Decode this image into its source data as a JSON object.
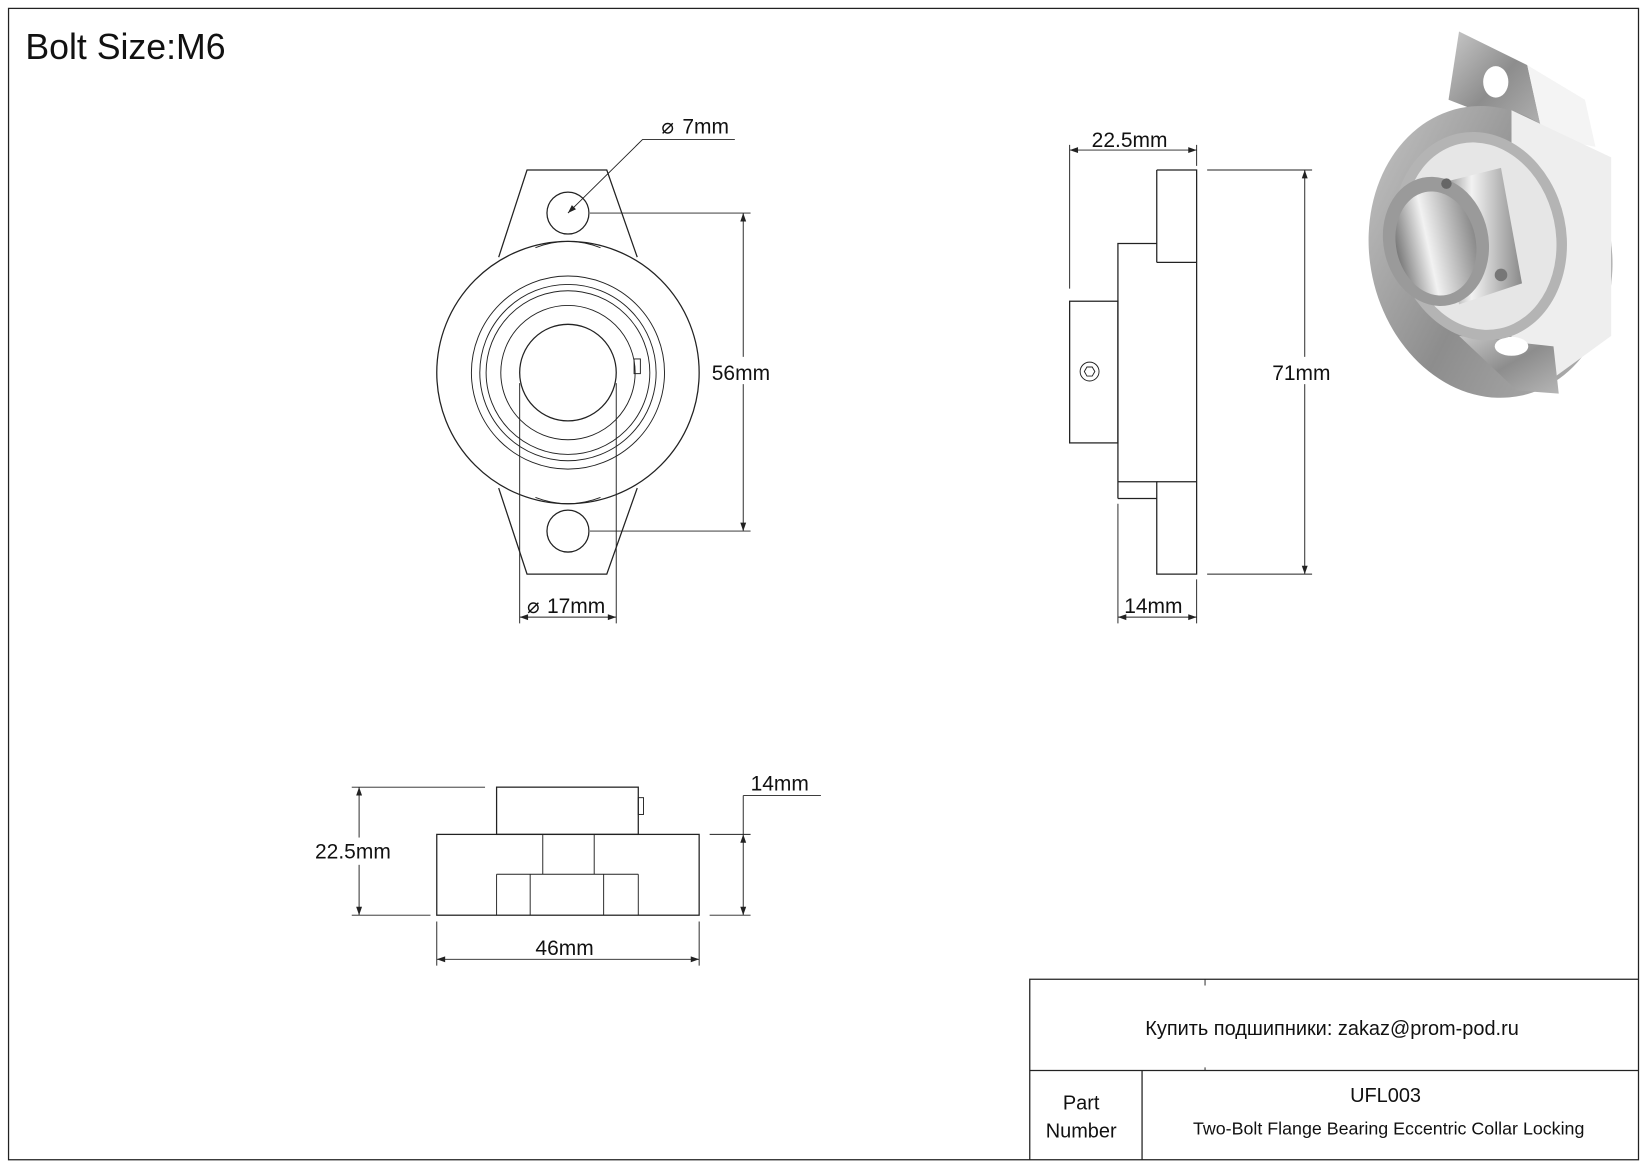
{
  "header": {
    "bolt_size": "Bolt Size:M6"
  },
  "front_view": {
    "hole_diameter": "7mm",
    "bolt_spacing": "56mm",
    "bore_diameter": "17mm",
    "diameter_symbol": "⌀"
  },
  "side_view": {
    "overall_width": "22.5mm",
    "overall_height": "71mm",
    "flange_thickness": "14mm"
  },
  "bottom_view": {
    "overall_width": "22.5mm",
    "flange_thickness": "14mm",
    "base_length": "46mm"
  },
  "title_block": {
    "contact": "Купить подшипники: zakaz@prom-pod.ru",
    "part_label_line1": "Part",
    "part_label_line2": "Number",
    "part_number": "UFL003",
    "description": "Two-Bolt Flange Bearing Eccentric Collar Locking"
  },
  "colors": {
    "line": "#222222",
    "render_grey": "#9a9a9a"
  }
}
